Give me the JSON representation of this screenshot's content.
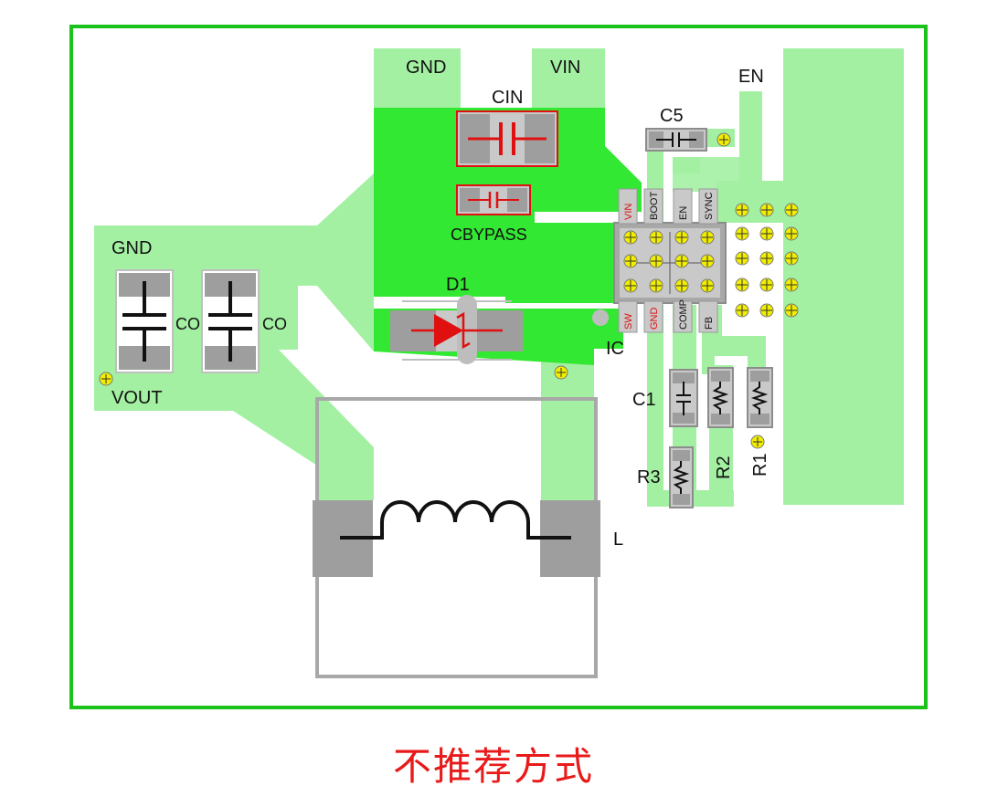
{
  "labels": {
    "gnd_top": "GND",
    "vin_top": "VIN",
    "cin": "CIN",
    "cbypass": "CBYPASS",
    "c5": "C5",
    "en_net": "EN",
    "gnd_left": "GND",
    "co1": "CO",
    "co2": "CO",
    "vout": "VOUT",
    "d1": "D1",
    "ic": "IC",
    "c1": "C1",
    "r3": "R3",
    "r2": "R2",
    "r1": "R1",
    "inductor": "L"
  },
  "ic_pins": {
    "top": [
      "VIN",
      "BOOT",
      "EN",
      "SYNC"
    ],
    "bottom": [
      "SW",
      "GND",
      "COMP",
      "FB"
    ]
  },
  "caption": "不推荐方式",
  "colors": {
    "board_border": "#1bc21b",
    "copper_light": "#a3f0a3",
    "copper_bright": "#33e833",
    "pad_gray": "#9e9e9e",
    "highlight_red": "#e01010",
    "via_yellow": "#f2ee00"
  }
}
